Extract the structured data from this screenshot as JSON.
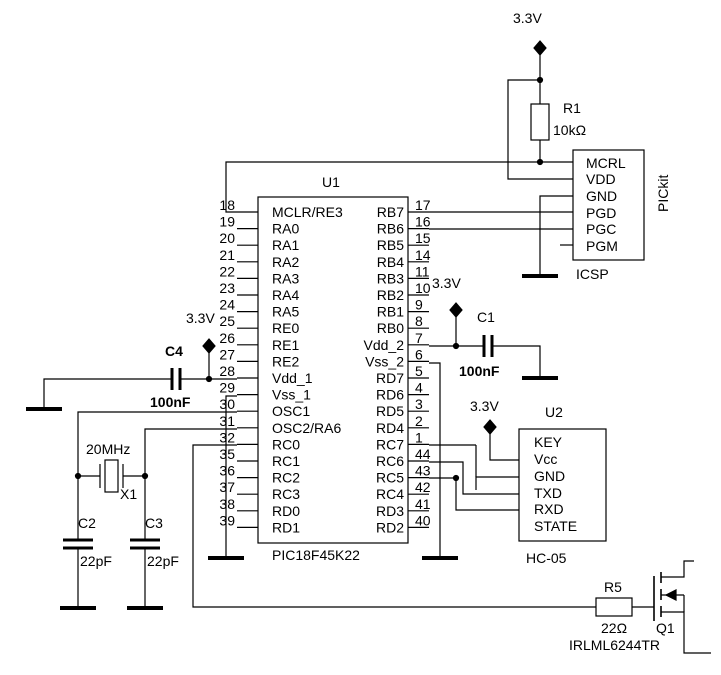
{
  "u1": {
    "ref": "U1",
    "part": "PIC18F45K22",
    "left_pins": [
      {
        "num": "18",
        "name": "MCLR/RE3"
      },
      {
        "num": "19",
        "name": "RA0"
      },
      {
        "num": "20",
        "name": "RA1"
      },
      {
        "num": "21",
        "name": "RA2"
      },
      {
        "num": "22",
        "name": "RA3"
      },
      {
        "num": "23",
        "name": "RA4"
      },
      {
        "num": "24",
        "name": "RA5"
      },
      {
        "num": "25",
        "name": "RE0"
      },
      {
        "num": "26",
        "name": "RE1"
      },
      {
        "num": "27",
        "name": "RE2"
      },
      {
        "num": "28",
        "name": "Vdd_1"
      },
      {
        "num": "29",
        "name": "Vss_1"
      },
      {
        "num": "30",
        "name": "OSC1"
      },
      {
        "num": "31",
        "name": "OSC2/RA6"
      },
      {
        "num": "32",
        "name": "RC0"
      },
      {
        "num": "35",
        "name": "RC1"
      },
      {
        "num": "36",
        "name": "RC2"
      },
      {
        "num": "37",
        "name": "RC3"
      },
      {
        "num": "38",
        "name": "RD0"
      },
      {
        "num": "39",
        "name": "RD1"
      }
    ],
    "right_pins": [
      {
        "num": "17",
        "name": "RB7"
      },
      {
        "num": "16",
        "name": "RB6"
      },
      {
        "num": "15",
        "name": "RB5"
      },
      {
        "num": "14",
        "name": "RB4"
      },
      {
        "num": "11",
        "name": "RB3"
      },
      {
        "num": "10",
        "name": "RB2"
      },
      {
        "num": "9",
        "name": "RB1"
      },
      {
        "num": "8",
        "name": "RB0"
      },
      {
        "num": "7",
        "name": "Vdd_2"
      },
      {
        "num": "6",
        "name": "Vss_2"
      },
      {
        "num": "5",
        "name": "RD7"
      },
      {
        "num": "4",
        "name": "RD6"
      },
      {
        "num": "3",
        "name": "RD5"
      },
      {
        "num": "2",
        "name": "RD4"
      },
      {
        "num": "1",
        "name": "RC7"
      },
      {
        "num": "44",
        "name": "RC6"
      },
      {
        "num": "43",
        "name": "RC5"
      },
      {
        "num": "42",
        "name": "RC4"
      },
      {
        "num": "41",
        "name": "RD3"
      },
      {
        "num": "40",
        "name": "RD2"
      }
    ]
  },
  "icsp": {
    "ref": "ICSP",
    "side_label": "PICkit",
    "pins": [
      "MCRL",
      "VDD",
      "GND",
      "PGD",
      "PGC",
      "PGM"
    ]
  },
  "u2": {
    "ref": "U2",
    "part": "HC-05",
    "pins": [
      "KEY",
      "Vcc",
      "GND",
      "TXD",
      "RXD",
      "STATE"
    ]
  },
  "r1": {
    "ref": "R1",
    "value": "10kΩ"
  },
  "r5": {
    "ref": "R5",
    "value": "22Ω"
  },
  "c1": {
    "ref": "C1",
    "value": "100nF"
  },
  "c4": {
    "ref": "C4",
    "value": "100nF"
  },
  "c2": {
    "ref": "C2",
    "value": "22pF"
  },
  "c3": {
    "ref": "C3",
    "value": "22pF"
  },
  "x1": {
    "ref": "X1",
    "value": "20MHz"
  },
  "q1": {
    "ref": "Q1",
    "part": "IRLML6244TR"
  },
  "supply": {
    "label": "3.3V"
  }
}
